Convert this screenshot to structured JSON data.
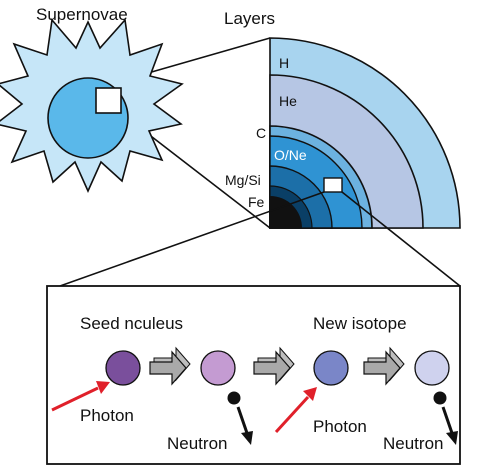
{
  "top": {
    "supernovae_label": "Supernovae",
    "layers_label": "Layers"
  },
  "layers": {
    "h": "H",
    "he": "He",
    "c": "C",
    "one": "O/Ne",
    "mgsi": "Mg/Si",
    "fe": "Fe"
  },
  "process": {
    "seed_label": "Seed nculeus",
    "new_isotope_label": "New isotope",
    "photon_1": "Photon",
    "photon_2": "Photon",
    "neutron_1": "Neutron",
    "neutron_2": "Neutron"
  },
  "colors": {
    "h_layer": "#a8d4ef",
    "he_layer": "#b6c6e4",
    "c_layer": "#6cb2e0",
    "one_layer": "#2f93d3",
    "mgsi_layer": "#1c6fa8",
    "fe_layer": "#0a3f66",
    "core": "#111111",
    "star_fill": "#c6e6f8",
    "star_core": "#5ab8ea",
    "seed_nucleus": "#7a4f9c",
    "nucleus_2": "#c49bd2",
    "nucleus_3": "#7a86c8",
    "nucleus_4": "#cfd2ee",
    "photon_arrow": "#e0202a",
    "step_arrow": "#a9a9a9"
  }
}
